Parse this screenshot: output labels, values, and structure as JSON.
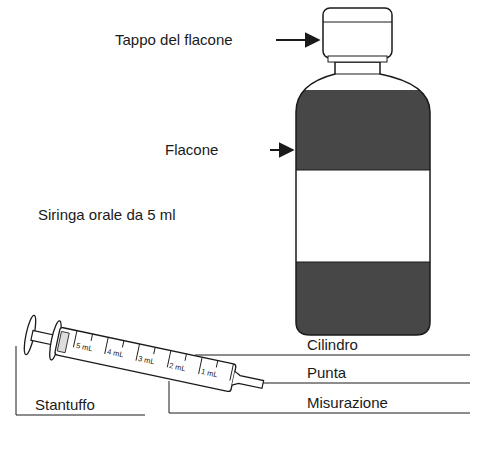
{
  "diagram": {
    "labels": [
      "Tappo del flacone",
      "Flacone",
      "Siringa orale da 5 ml",
      "5 mL",
      "4 mL",
      "3 mL",
      "2 mL",
      "1 mL",
      "Cilindro",
      "Punta",
      "Misurazione",
      "Stantuffo"
    ]
  }
}
